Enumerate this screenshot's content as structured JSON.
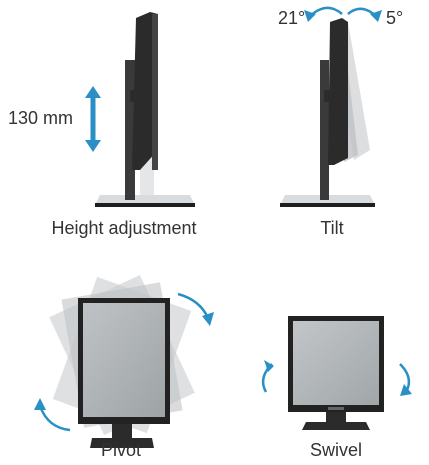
{
  "features": {
    "height": {
      "caption": "Height adjustment",
      "measure": "130 mm"
    },
    "tilt": {
      "caption": "Tilt",
      "angle_back": "21°",
      "angle_forward": "5°"
    },
    "pivot": {
      "caption": "Pivot"
    },
    "swivel": {
      "caption": "Swivel"
    }
  },
  "colors": {
    "arrow_blue": "#2a8fc4",
    "monitor_dark": "#2b2b2b",
    "stand_silver": "#cfd2d4"
  }
}
